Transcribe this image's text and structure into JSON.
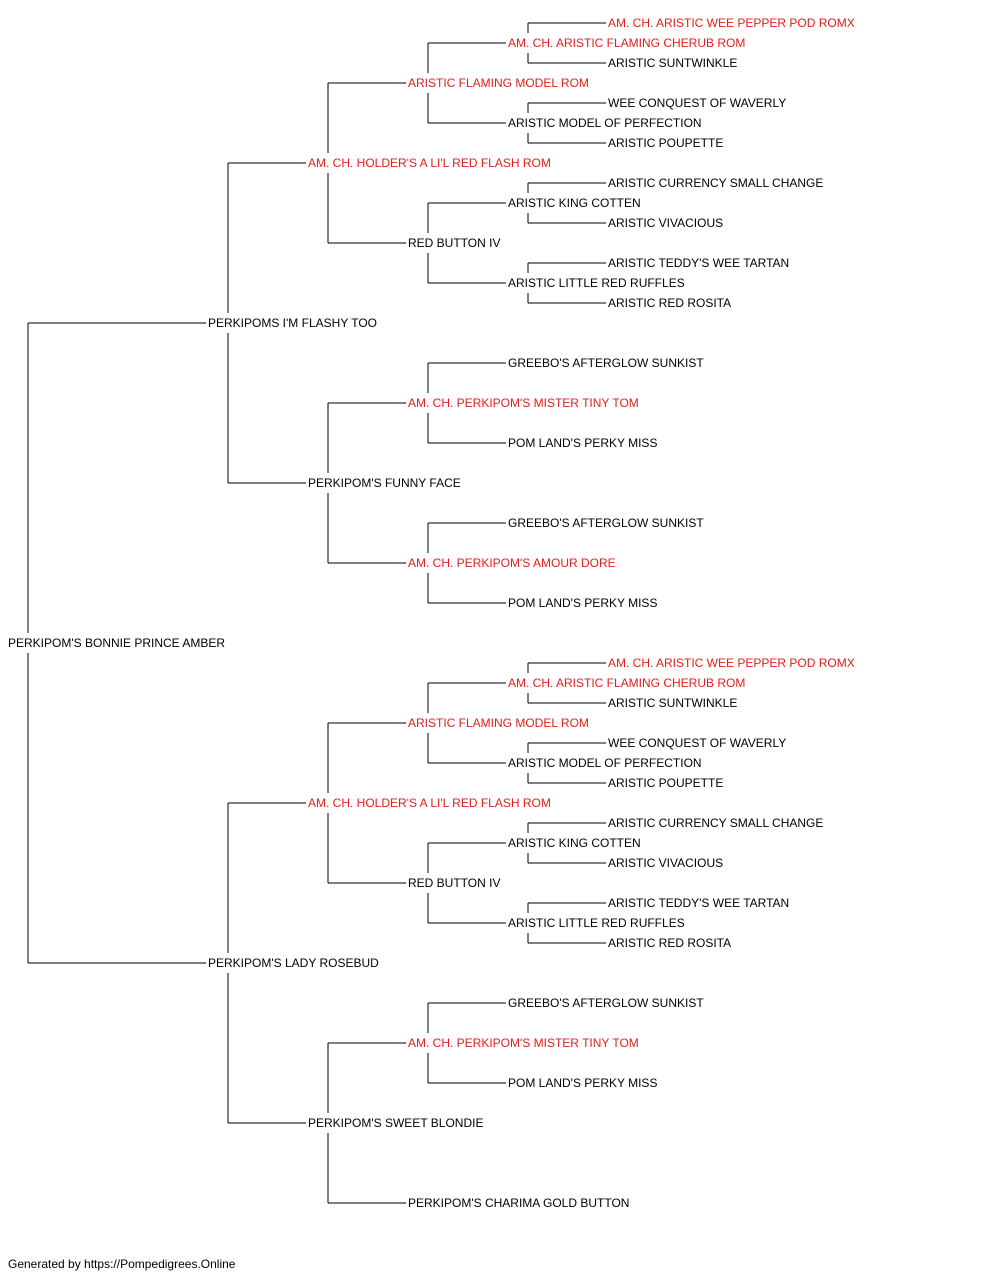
{
  "colors": {
    "champion": "#e0201a",
    "regular": "#000000",
    "line": "#000000"
  },
  "pedigree": {
    "name": "PERKIPOM'S BONNIE PRINCE AMBER",
    "champion": false,
    "sire": {
      "name": "PERKIPOMS I'M FLASHY TOO",
      "champion": false,
      "sire": {
        "name": "AM. CH. HOLDER'S A LI'L RED FLASH ROM",
        "champion": true,
        "sire": {
          "name": "ARISTIC FLAMING MODEL ROM",
          "champion": true,
          "sire": {
            "name": "AM. CH. ARISTIC FLAMING CHERUB ROM",
            "champion": true,
            "sire": {
              "name": "AM. CH. ARISTIC WEE PEPPER POD ROMX",
              "champion": true
            },
            "dam": {
              "name": "ARISTIC SUNTWINKLE",
              "champion": false
            }
          },
          "dam": {
            "name": "ARISTIC MODEL OF PERFECTION",
            "champion": false,
            "sire": {
              "name": "WEE CONQUEST OF WAVERLY",
              "champion": false
            },
            "dam": {
              "name": "ARISTIC POUPETTE",
              "champion": false
            }
          }
        },
        "dam": {
          "name": "RED BUTTON IV",
          "champion": false,
          "sire": {
            "name": "ARISTIC KING COTTEN",
            "champion": false,
            "sire": {
              "name": "ARISTIC CURRENCY SMALL CHANGE",
              "champion": false
            },
            "dam": {
              "name": "ARISTIC VIVACIOUS",
              "champion": false
            }
          },
          "dam": {
            "name": "ARISTIC LITTLE RED RUFFLES",
            "champion": false,
            "sire": {
              "name": "ARISTIC TEDDY'S WEE TARTAN",
              "champion": false
            },
            "dam": {
              "name": "ARISTIC RED ROSITA",
              "champion": false
            }
          }
        }
      },
      "dam": {
        "name": "PERKIPOM'S FUNNY FACE",
        "champion": false,
        "sire": {
          "name": "AM. CH. PERKIPOM'S MISTER TINY TOM",
          "champion": true,
          "sire": {
            "name": "GREEBO'S AFTERGLOW SUNKIST",
            "champion": false
          },
          "dam": {
            "name": "POM LAND'S PERKY MISS",
            "champion": false
          }
        },
        "dam": {
          "name": "AM. CH. PERKIPOM'S AMOUR DORE",
          "champion": true,
          "sire": {
            "name": "GREEBO'S AFTERGLOW SUNKIST",
            "champion": false
          },
          "dam": {
            "name": "POM LAND'S PERKY MISS",
            "champion": false
          }
        }
      }
    },
    "dam": {
      "name": "PERKIPOM'S LADY ROSEBUD",
      "champion": false,
      "sire": {
        "name": "AM. CH. HOLDER'S A LI'L RED FLASH ROM",
        "champion": true,
        "sire": {
          "name": "ARISTIC FLAMING MODEL ROM",
          "champion": true,
          "sire": {
            "name": "AM. CH. ARISTIC FLAMING CHERUB ROM",
            "champion": true,
            "sire": {
              "name": "AM. CH. ARISTIC WEE PEPPER POD ROMX",
              "champion": true
            },
            "dam": {
              "name": "ARISTIC SUNTWINKLE",
              "champion": false
            }
          },
          "dam": {
            "name": "ARISTIC MODEL OF PERFECTION",
            "champion": false,
            "sire": {
              "name": "WEE CONQUEST OF WAVERLY",
              "champion": false
            },
            "dam": {
              "name": "ARISTIC POUPETTE",
              "champion": false
            }
          }
        },
        "dam": {
          "name": "RED BUTTON IV",
          "champion": false,
          "sire": {
            "name": "ARISTIC KING COTTEN",
            "champion": false,
            "sire": {
              "name": "ARISTIC CURRENCY SMALL CHANGE",
              "champion": false
            },
            "dam": {
              "name": "ARISTIC VIVACIOUS",
              "champion": false
            }
          },
          "dam": {
            "name": "ARISTIC LITTLE RED RUFFLES",
            "champion": false,
            "sire": {
              "name": "ARISTIC TEDDY'S WEE TARTAN",
              "champion": false
            },
            "dam": {
              "name": "ARISTIC RED ROSITA",
              "champion": false
            }
          }
        }
      },
      "dam": {
        "name": "PERKIPOM'S SWEET BLONDIE",
        "champion": false,
        "sire": {
          "name": "AM. CH. PERKIPOM'S MISTER TINY TOM",
          "champion": true,
          "sire": {
            "name": "GREEBO'S AFTERGLOW SUNKIST",
            "champion": false
          },
          "dam": {
            "name": "POM LAND'S PERKY MISS",
            "champion": false
          }
        },
        "dam": {
          "name": "PERKIPOM'S CHARIMA GOLD BUTTON",
          "champion": false
        }
      }
    }
  },
  "footer": {
    "text": "Generated by https://Pompedigrees.Online"
  }
}
